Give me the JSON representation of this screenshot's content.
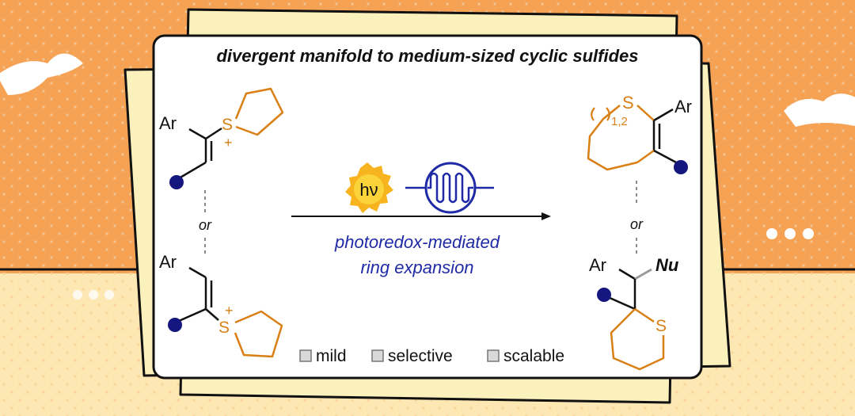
{
  "title": "divergent manifold to medium-sized cyclic sulfides",
  "reagents": {
    "photon": "hν",
    "arrow_label_line1": "photoredox-mediated",
    "arrow_label_line2": "ring expansion"
  },
  "labels": {
    "ar": "Ar",
    "s": "S",
    "plus": "+",
    "or": "or",
    "ring_size": "1,2",
    "nu": "Nu"
  },
  "features": [
    "mild",
    "selective",
    "scalable"
  ],
  "colors": {
    "orange_bg": "#f6a255",
    "cream_bg": "#fde7b3",
    "paper": "#fbf1bc",
    "sulfide_orange": "#d97f14",
    "navy": "#15167e",
    "text_blue": "#1f2aa6"
  },
  "icons": [
    "sun-icon",
    "led-lamp-icon",
    "checkbox-icon",
    "cloud-icon"
  ]
}
